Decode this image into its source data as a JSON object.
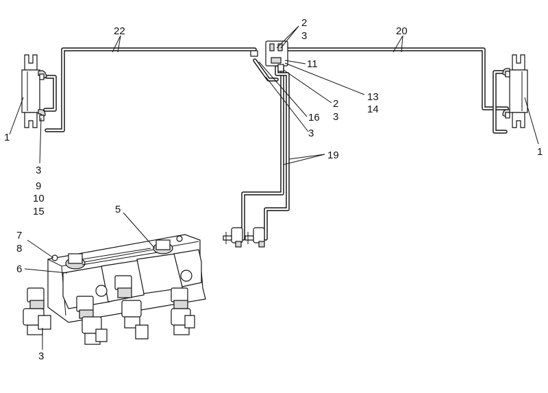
{
  "callouts": {
    "c22": "22",
    "c20": "20",
    "c2_top": "2",
    "c3_top": "3",
    "c11": "11",
    "c13": "13",
    "c14": "14",
    "c2_mid": "2",
    "c3_mid": "3",
    "c16": "16",
    "c3_low": "3",
    "c19": "19",
    "c1_left": "1",
    "c1_right": "1",
    "c3_left": "3",
    "c9": "9",
    "c10": "10",
    "c15": "15",
    "c5": "5",
    "c7": "7",
    "c8": "8",
    "c6": "6",
    "c3_bottom": "3"
  }
}
